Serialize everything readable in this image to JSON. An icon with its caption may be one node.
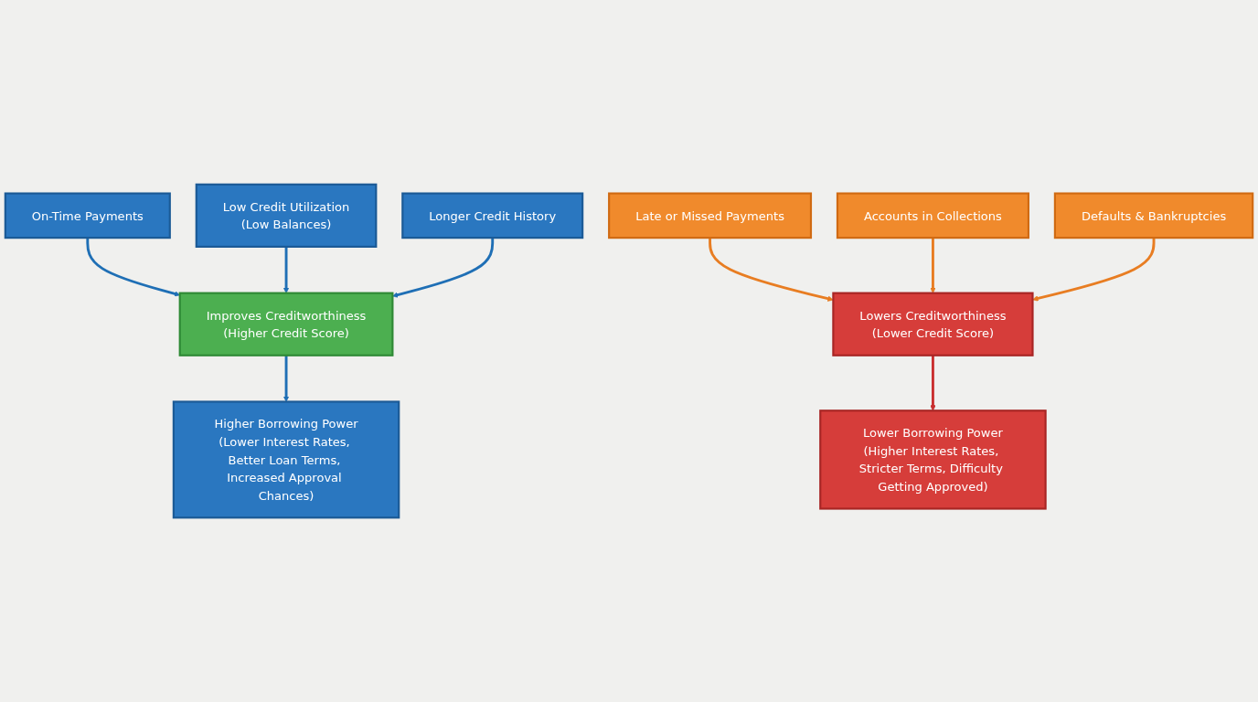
{
  "diagram": {
    "nodes": [
      {
        "text": [
          "On-Time Payments"
        ]
      },
      {
        "text": [
          "Low Credit Utilization",
          "(Low Balances)"
        ]
      },
      {
        "text": [
          "Longer Credit History"
        ]
      },
      {
        "text": [
          "Improves Creditworthiness",
          "(Higher Credit Score)"
        ]
      },
      {
        "text": [
          "Higher Borrowing Power",
          "(Lower Interest Rates, Better Loan Terms, Increased Approval Chances)"
        ]
      },
      {
        "text": [
          "Late or Missed Payments"
        ]
      },
      {
        "text": [
          "Accounts in Collections"
        ]
      },
      {
        "text": [
          "Defaults & Bankruptcies"
        ]
      },
      {
        "text": [
          "Lowers Creditworthiness",
          "(Lower Credit Score)"
        ]
      },
      {
        "text": [
          "Lower Borrowing Power",
          "(Higher Interest Rates, Stricter Terms, Difficulty Getting Approved)"
        ]
      }
    ],
    "edges": [
      {
        "from": 0,
        "to": 3,
        "arrow": "to"
      },
      {
        "from": 1,
        "to": 3,
        "arrow": "to"
      },
      {
        "from": 2,
        "to": 3,
        "arrow": "to"
      },
      {
        "from": 3,
        "to": 4,
        "arrow": "to"
      },
      {
        "from": 5,
        "to": 8,
        "arrow": "to",
        "color": "#e87d22"
      },
      {
        "from": 6,
        "to": 8,
        "arrow": "to",
        "color": "#e87d22"
      },
      {
        "from": 7,
        "to": 8,
        "arrow": "to",
        "color": "#e87d22"
      },
      {
        "from": 8,
        "to": 9,
        "arrow": "to",
        "color": "#c93030"
      }
    ]
  }
}
